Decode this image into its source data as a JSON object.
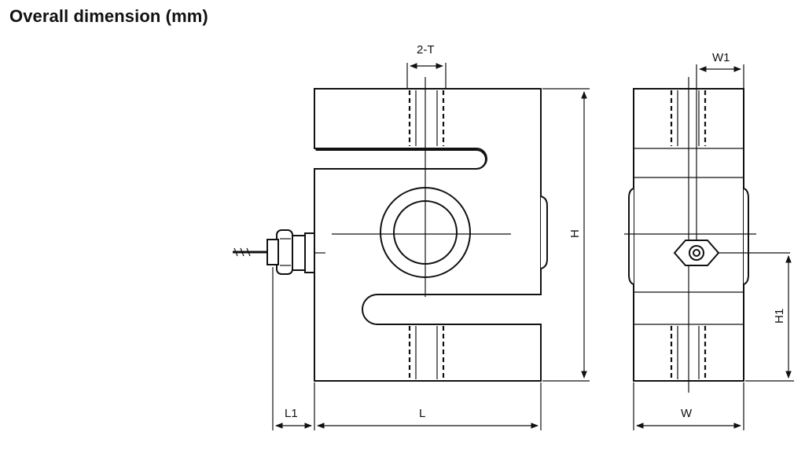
{
  "title": "Overall dimension (mm)",
  "labels": {
    "thread": "2-T",
    "height": "H",
    "length": "L",
    "cable_offset": "L1",
    "width": "W",
    "width_offset": "W1",
    "cable_height": "H1"
  }
}
